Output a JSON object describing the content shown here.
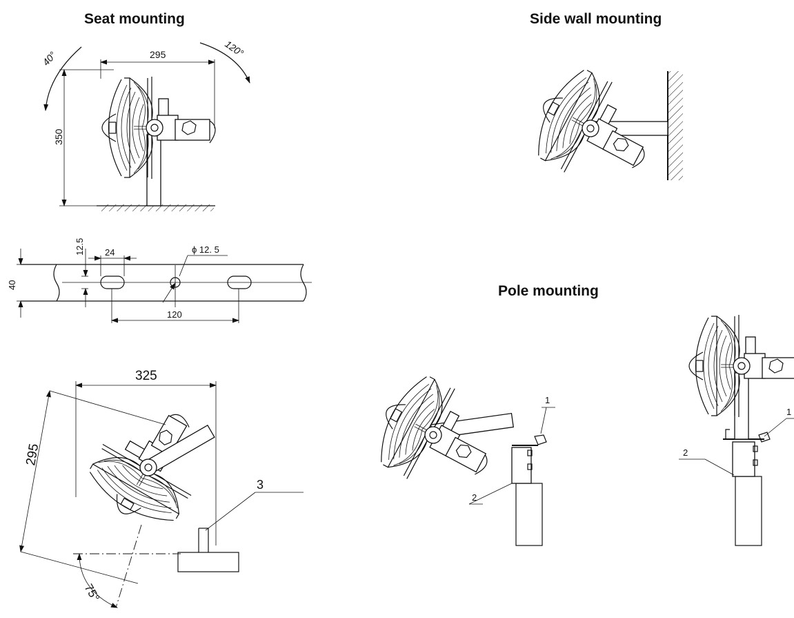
{
  "titles": {
    "seat": "Seat  mounting",
    "side_wall": "Side wall mounting",
    "pole": "Pole  mounting"
  },
  "dimensions": {
    "angle_left": "40°",
    "angle_right": "120°",
    "width_top": "295",
    "height_top": "350",
    "slot_offset": "12.5",
    "slot_length": "24",
    "hole_diameter": "ϕ 12. 5",
    "bracket_height": "40",
    "hole_spacing": "120",
    "width_bottom": "325",
    "diag_length": "295",
    "tilt_angle": "75°"
  },
  "callouts": {
    "seat_part": "3",
    "pole_left_1": "1",
    "pole_left_2": "2",
    "pole_right_1": "1",
    "pole_right_2": "2"
  }
}
